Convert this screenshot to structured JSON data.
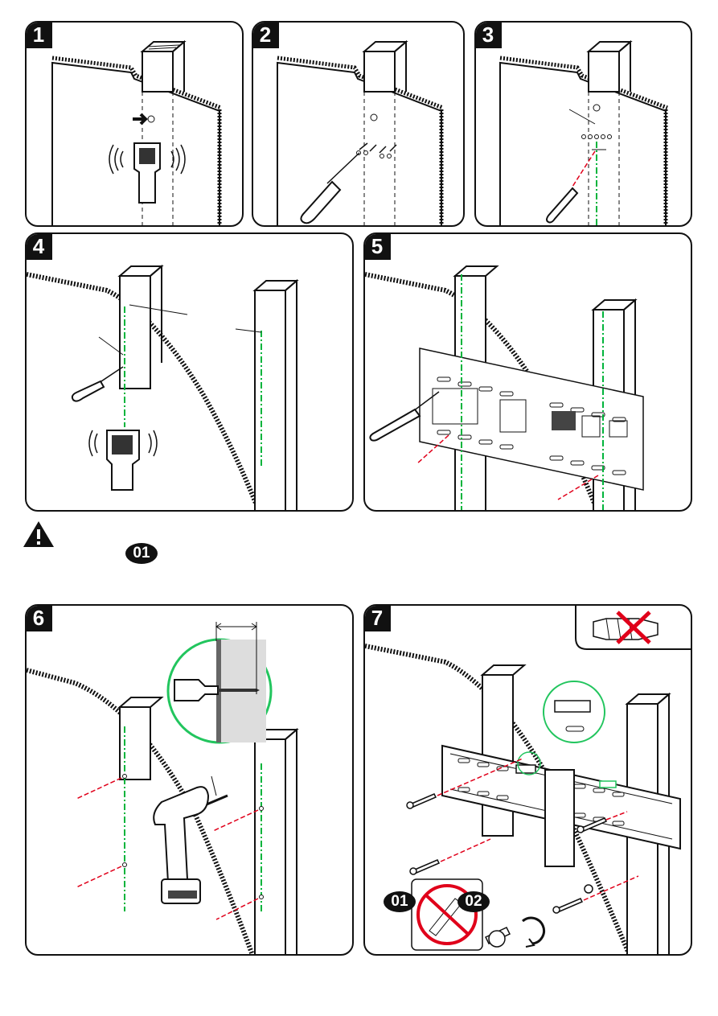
{
  "steps": [
    {
      "number": "1"
    },
    {
      "number": "2"
    },
    {
      "number": "3"
    },
    {
      "number": "4"
    },
    {
      "number": "5"
    },
    {
      "number": "6"
    },
    {
      "number": "7"
    }
  ],
  "parts": {
    "screw": "01",
    "washer": "02"
  },
  "icons": [
    "warning-icon",
    "stud-finder-icon",
    "awl-icon",
    "drill-icon",
    "level-icon",
    "no-anchor-icon",
    "no-power-driver-icon",
    "rotate-icon"
  ],
  "colors": {
    "ink": "#111111",
    "guide_green": "#00b43c",
    "mark_red": "#e0001a",
    "zoom_green": "#22c55e"
  }
}
